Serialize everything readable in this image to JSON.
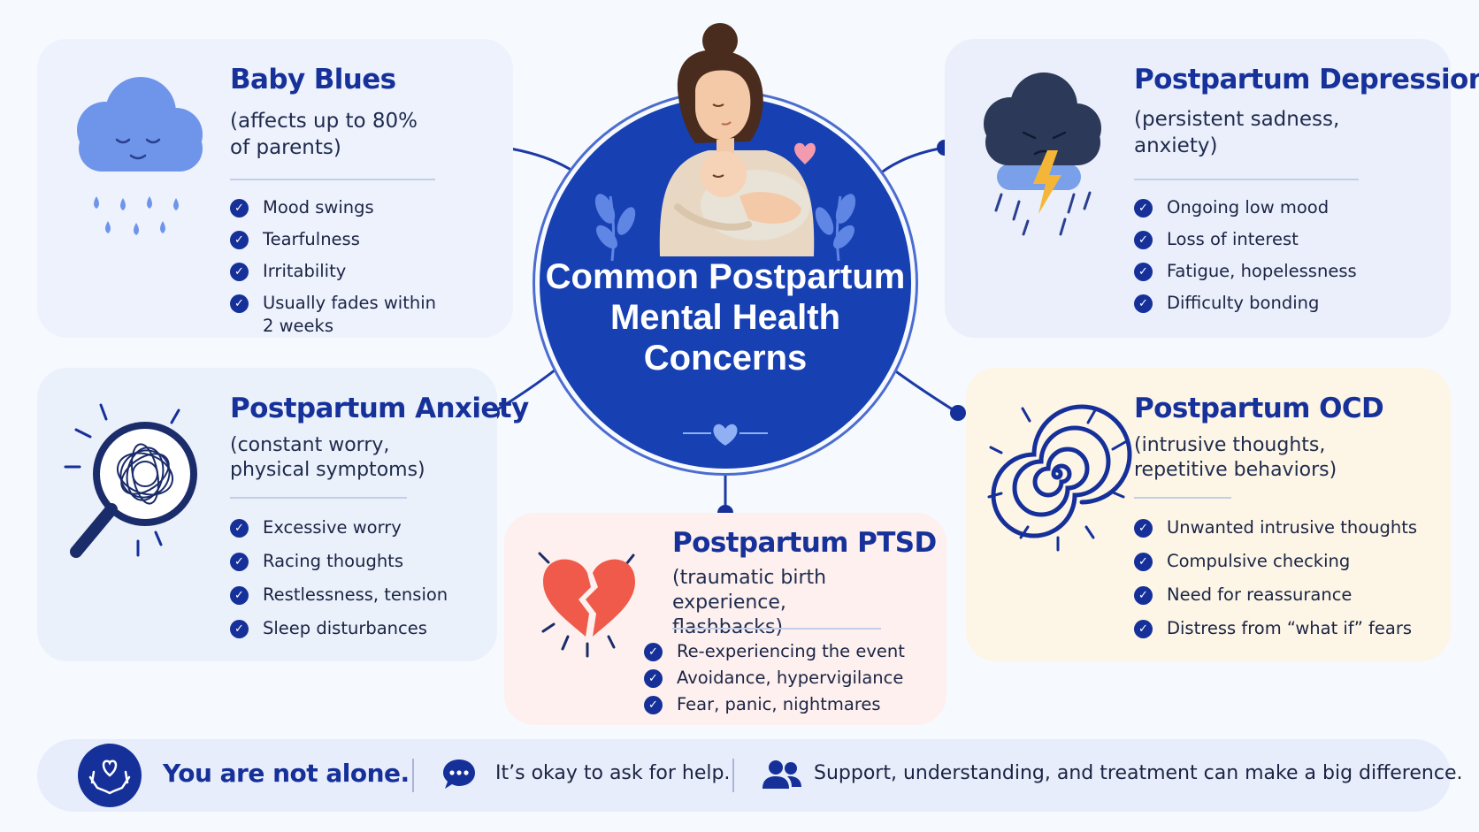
{
  "center": {
    "title": "Common Postpartum Mental Health Concerns"
  },
  "baby_blues": {
    "title": "Baby Blues",
    "subtitle_1": "(affects up to 80%",
    "subtitle_2": "of parents)",
    "items": [
      "Mood swings",
      "Tearfulness",
      "Irritability",
      "Usually fades within",
      "2 weeks"
    ]
  },
  "depression": {
    "title": "Postpartum Depression",
    "subtitle_1": "(persistent sadness,",
    "subtitle_2": "anxiety)",
    "items": [
      "Ongoing low mood",
      "Loss of interest",
      "Fatigue, hopelessness",
      "Difficulty bonding"
    ]
  },
  "anxiety": {
    "title": "Postpartum Anxiety",
    "subtitle_1": "(constant worry,",
    "subtitle_2": "physical symptoms)",
    "items": [
      "Excessive worry",
      "Racing thoughts",
      "Restlessness, tension",
      "Sleep disturbances"
    ]
  },
  "ocd": {
    "title": "Postpartum OCD",
    "subtitle_1": "(intrusive thoughts,",
    "subtitle_2": "repetitive behaviors)",
    "items": [
      "Unwanted intrusive thoughts",
      "Compulsive checking",
      "Need for reassurance",
      "Distress from “what if” fears"
    ]
  },
  "ptsd": {
    "title": "Postpartum PTSD",
    "subtitle_1": "(traumatic birth experience,",
    "subtitle_2": "flashbacks)",
    "items": [
      "Re-experiencing the event",
      "Avoidance, hypervigilance",
      "Fear, panic, nightmares"
    ]
  },
  "banner": {
    "headline": "You are not alone.",
    "help": "It’s okay to ask for help.",
    "support": "Support, understanding, and treatment can make a big difference."
  },
  "colors": {
    "primary": "#16309a",
    "circle": "#1740b3",
    "card_blue": "#edf2fd",
    "card_cream": "#fdf5e6",
    "card_pink": "#fdf0ee",
    "heart_red": "#ef5a4a"
  },
  "icons": [
    "sad-cloud-icon",
    "storm-cloud-icon",
    "magnifier-tangle-icon",
    "spiral-icon",
    "broken-heart-icon",
    "hands-heart-icon",
    "chat-bubble-icon",
    "people-icon",
    "check-icon"
  ]
}
